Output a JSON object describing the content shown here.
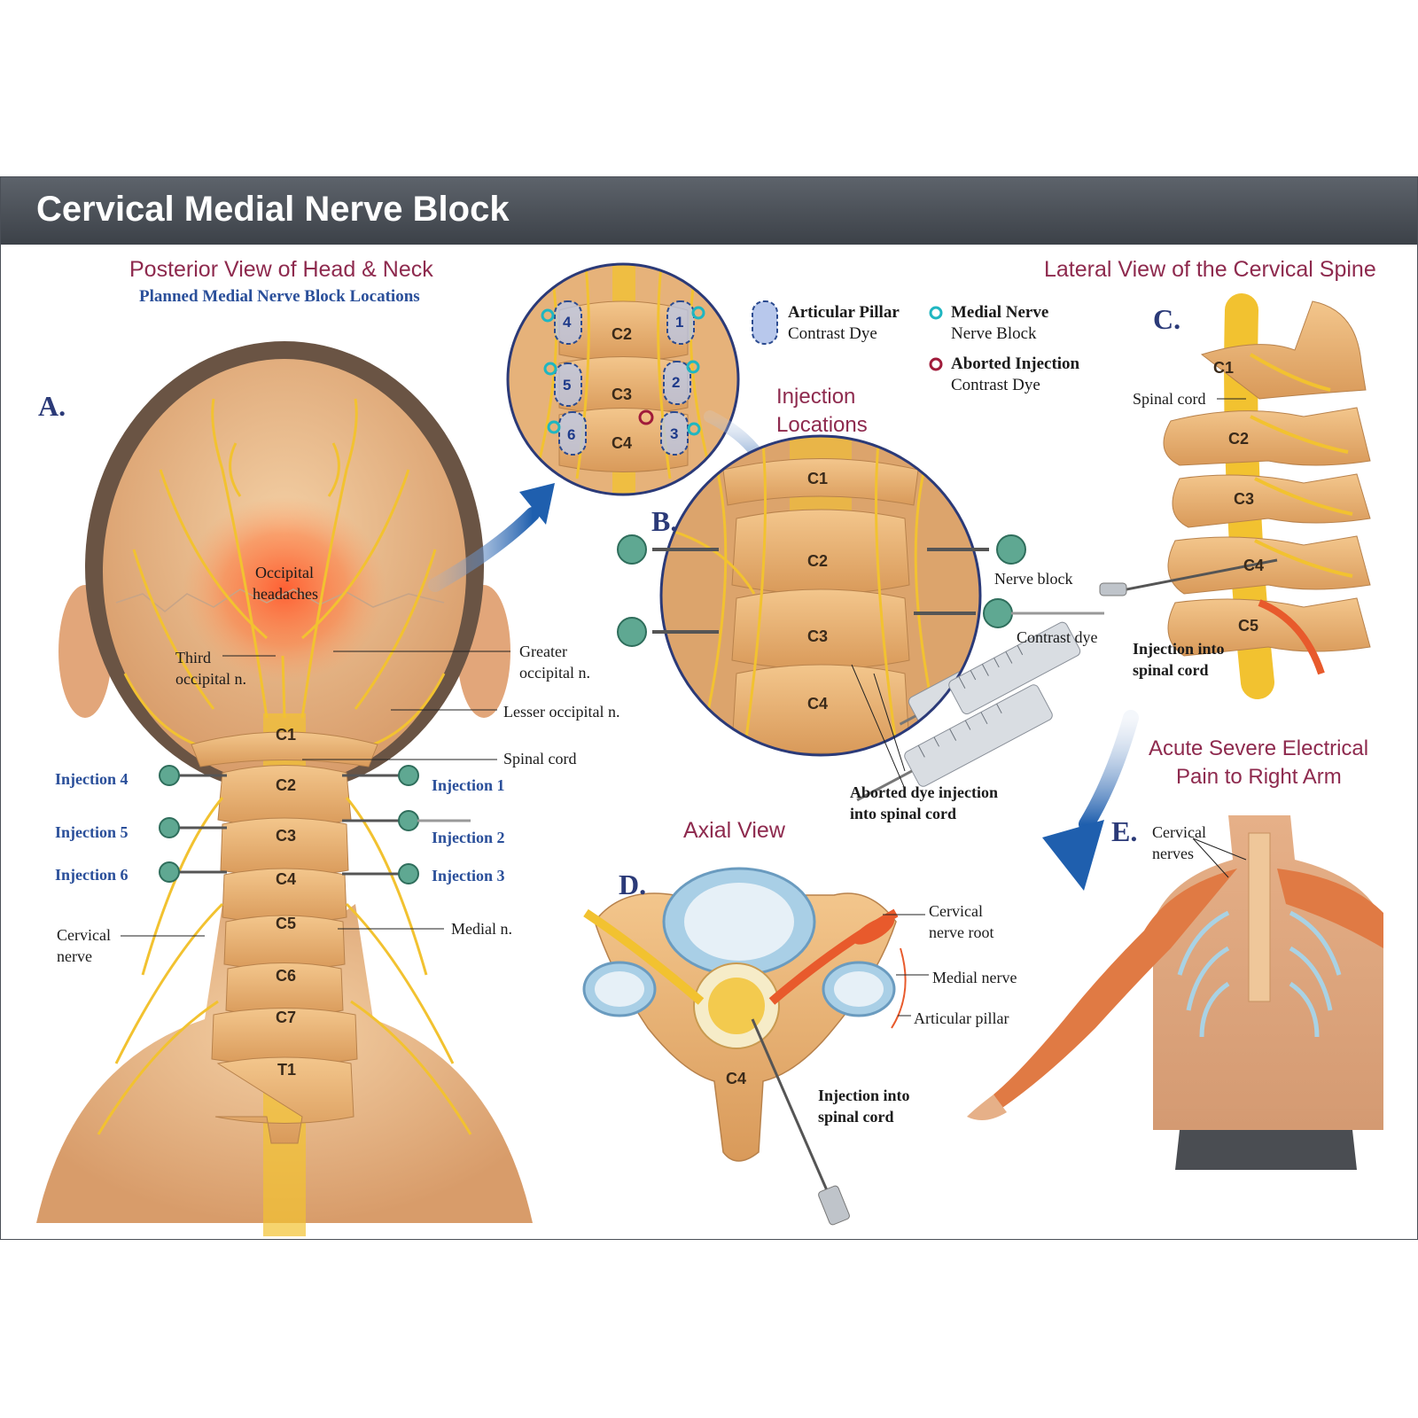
{
  "title": "Cervical Medial Nerve Block",
  "panel_a": {
    "heading": "Posterior View of Head & Neck",
    "subheading": "Planned Medial Nerve Block Locations",
    "letter": "A.",
    "labels": {
      "occipital_headaches_1": "Occipital",
      "occipital_headaches_2": "headaches",
      "third_occipital_1": "Third",
      "third_occipital_2": "occipital n.",
      "greater_occipital_1": "Greater",
      "greater_occipital_2": "occipital n.",
      "lesser_occipital": "Lesser occipital n.",
      "spinal_cord": "Spinal cord",
      "medial_n": "Medial n.",
      "cervical_nerve_1": "Cervical",
      "cervical_nerve_2": "nerve"
    },
    "injections": [
      "Injection 1",
      "Injection 2",
      "Injection 3",
      "Injection 4",
      "Injection 5",
      "Injection 6"
    ],
    "vertebrae": [
      "C1",
      "C2",
      "C3",
      "C4",
      "C5",
      "C6",
      "C7",
      "T1"
    ]
  },
  "inset_top": {
    "vertebrae": [
      "C2",
      "C3",
      "C4"
    ],
    "numbers": [
      "1",
      "2",
      "3",
      "4",
      "5",
      "6"
    ]
  },
  "legend": {
    "pillar_title": "Articular Pillar",
    "pillar_sub": "Contrast Dye",
    "medial_title": "Medial Nerve",
    "medial_sub": "Nerve Block",
    "aborted_title": "Aborted Injection",
    "aborted_sub": "Contrast Dye",
    "colors": {
      "pillar": "#b8c8ec",
      "pillar_border": "#2b4a8f",
      "medial": "#1fb6c1",
      "aborted": "#a01b3a"
    }
  },
  "panel_b": {
    "heading_1": "Injection",
    "heading_2": "Locations",
    "letter": "B.",
    "vertebrae": [
      "C1",
      "C2",
      "C3",
      "C4"
    ],
    "labels": {
      "nerve_block": "Nerve block",
      "contrast_dye": "Contrast dye",
      "aborted_1": "Aborted dye injection",
      "aborted_2": "into spinal cord"
    }
  },
  "panel_c": {
    "heading": "Lateral View of the Cervical Spine",
    "letter": "C.",
    "vertebrae": [
      "C1",
      "C2",
      "C3",
      "C4",
      "C5"
    ],
    "labels": {
      "spinal_cord": "Spinal cord",
      "injection_1": "Injection into",
      "injection_2": "spinal cord"
    }
  },
  "panel_d": {
    "heading": "Axial View",
    "letter": "D.",
    "vertebra": "C4",
    "labels": {
      "root_1": "Cervical",
      "root_2": "nerve root",
      "medial": "Medial nerve",
      "pillar": "Articular pillar",
      "injection_1": "Injection into",
      "injection_2": "spinal cord"
    }
  },
  "panel_e": {
    "heading_1": "Acute Severe Electrical",
    "heading_2": "Pain to Right Arm",
    "letter": "E.",
    "labels": {
      "nerves_1": "Cervical",
      "nerves_2": "nerves"
    }
  },
  "colors": {
    "heading": "#8e2a4e",
    "subheading": "#2a4f9a",
    "title_bar": "#4a4f57",
    "nerve": "#f2c230",
    "bone": "#e8b878",
    "skin": "#e9b88c",
    "arrow": "#1f5fae"
  }
}
